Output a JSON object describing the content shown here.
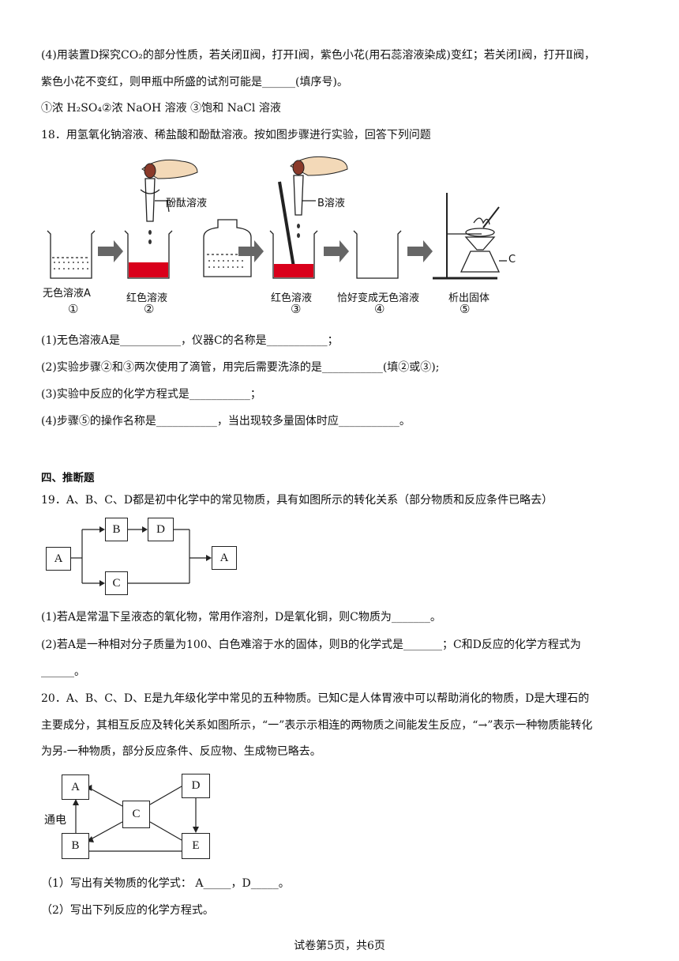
{
  "q17": {
    "part4_line1": "(4)用装置D探究CO₂的部分性质，若关闭Ⅱ阀，打开Ⅰ阀，紫色小花(用石蕊溶液染成)变红；若关闭Ⅰ阀，打开Ⅱ阀，",
    "part4_line2": "紫色小花不变红，则甲瓶中所盛的试剂可能是______(填序号)。",
    "options": "①浓 H₂SO₄②浓 NaOH 溶液 ③饱和 NaCl 溶液"
  },
  "q18": {
    "stem": "18．用氢氧化钠溶液、稀盐酸和酚酞溶液。按如图步骤进行实验，回答下列问题",
    "figure": {
      "label_phenolphthalein": "酚酞溶液",
      "label_b_solution": "B溶液",
      "label_c": "C",
      "step1": "无色溶液A",
      "step2": "红色溶液",
      "step3": "红色溶液",
      "step4": "恰好变成无色溶液",
      "step5": "析出固体",
      "n1": "①",
      "n2": "②",
      "n3": "③",
      "n4": "④",
      "n5": "⑤",
      "red_color": "#d9001b"
    },
    "q1": "(1)无色溶液A是___________，仪器C的名称是___________；",
    "q2": "(2)实验步骤②和③两次使用了滴管，用完后需要洗涤的是___________(填②或③);",
    "q3": "(3)实验中反应的化学方程式是___________；",
    "q4": "(4)步骤⑤的操作名称是___________，当出现较多量固体时应___________。"
  },
  "section4": {
    "title": "四、推断题"
  },
  "q19": {
    "stem": "19．A、B、C、D都是初中化学中的常见物质，具有如图所示的转化关系（部分物质和反应条件已略去）",
    "boxes": {
      "a_left": "A",
      "b": "B",
      "d": "D",
      "c": "C",
      "a_right": "A"
    },
    "q1": "(1)若A是常温下呈液态的氧化物，常用作溶剂，D是氧化铜，则C物质为_______。",
    "q2_line1": "(2)若A是一种相对分子质量为100、白色难溶于水的固体，则B的化学式是_______；C和D反应的化学方程式为",
    "q2_line2": "______。"
  },
  "q20": {
    "stem_line1": "20．A、B、C、D、E是九年级化学中常见的五种物质。已知C是人体胃液中可以帮助消化的物质，D是大理石的",
    "stem_line2": "主要成分，其相互反应及转化关系如图所示，“一”表示示相连的两物质之间能发生反应，“→”表示一种物质能转化",
    "stem_line3": "为另-一种物质，部分反应条件、反应物、生成物已略去。",
    "boxes": {
      "a": "A",
      "b": "B",
      "c": "C",
      "d": "D",
      "e": "E"
    },
    "label_electrolysis": "通电",
    "q1": "（1）写出有关物质的化学式： A_____，D_____。",
    "q2": "（2）写出下列反应的化学方程式。"
  },
  "footer": "试卷第5页，共6页"
}
